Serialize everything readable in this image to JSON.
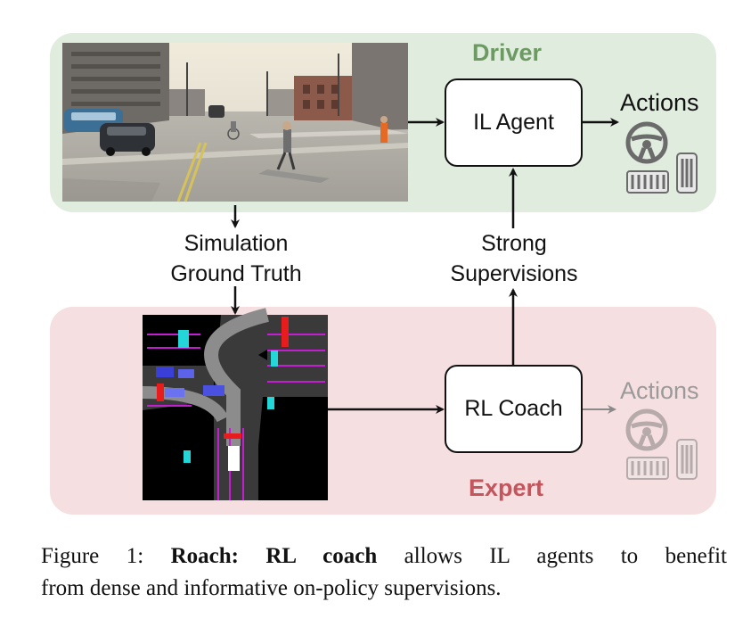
{
  "driver": {
    "title": "Driver"
  },
  "expert": {
    "title": "Expert"
  },
  "il_agent": {
    "label": "IL Agent"
  },
  "rl_coach": {
    "label": "RL Coach"
  },
  "simulation": {
    "line1": "Simulation",
    "line2": "Ground Truth"
  },
  "supervision": {
    "line1": "Strong",
    "line2": "Supervisions"
  },
  "actions_driver": "Actions",
  "actions_expert": "Actions",
  "caption": {
    "prefix": "Figure 1: ",
    "bold": "Roach: RL coach",
    "line1_rest": " allows IL agents to benefit",
    "line2": "from dense and informative on-policy supervisions."
  },
  "colors": {
    "driver_bg": "#e0ecde",
    "driver_title": "#6c9a62",
    "expert_bg": "#f6dfe0",
    "expert_title": "#c5555c",
    "actions_faded": "#9a9a9a"
  },
  "icons": [
    "driving-scene-image",
    "birdseye-view-image",
    "steering-wheel-icon",
    "pedal-icon"
  ]
}
